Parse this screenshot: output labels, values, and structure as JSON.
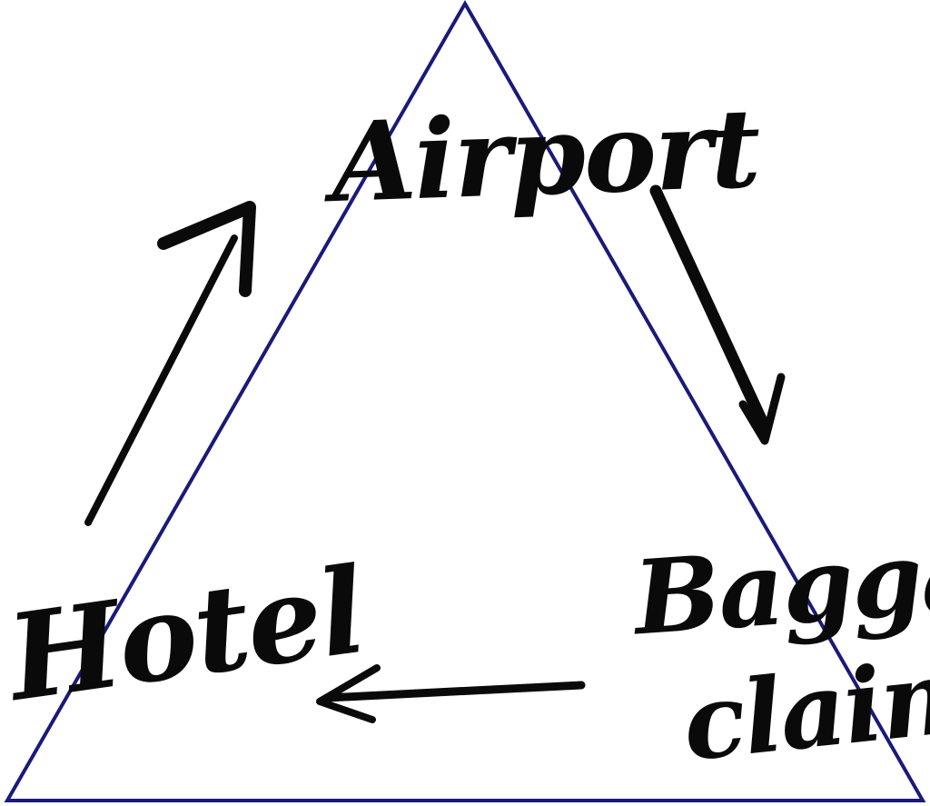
{
  "diagram": {
    "nodes": [
      {
        "id": "airport",
        "label": "Airport"
      },
      {
        "id": "hotel",
        "label": "Hotel"
      },
      {
        "id": "baggage",
        "label_lines": [
          "Baggage",
          "claim"
        ]
      }
    ],
    "edges": [
      {
        "from": "hotel",
        "to": "airport"
      },
      {
        "from": "airport",
        "to": "baggage"
      },
      {
        "from": "baggage",
        "to": "hotel"
      }
    ],
    "colors": {
      "triangle": "#1a1a7a",
      "ink": "#0a0a0a",
      "background": "#ffffff"
    }
  }
}
